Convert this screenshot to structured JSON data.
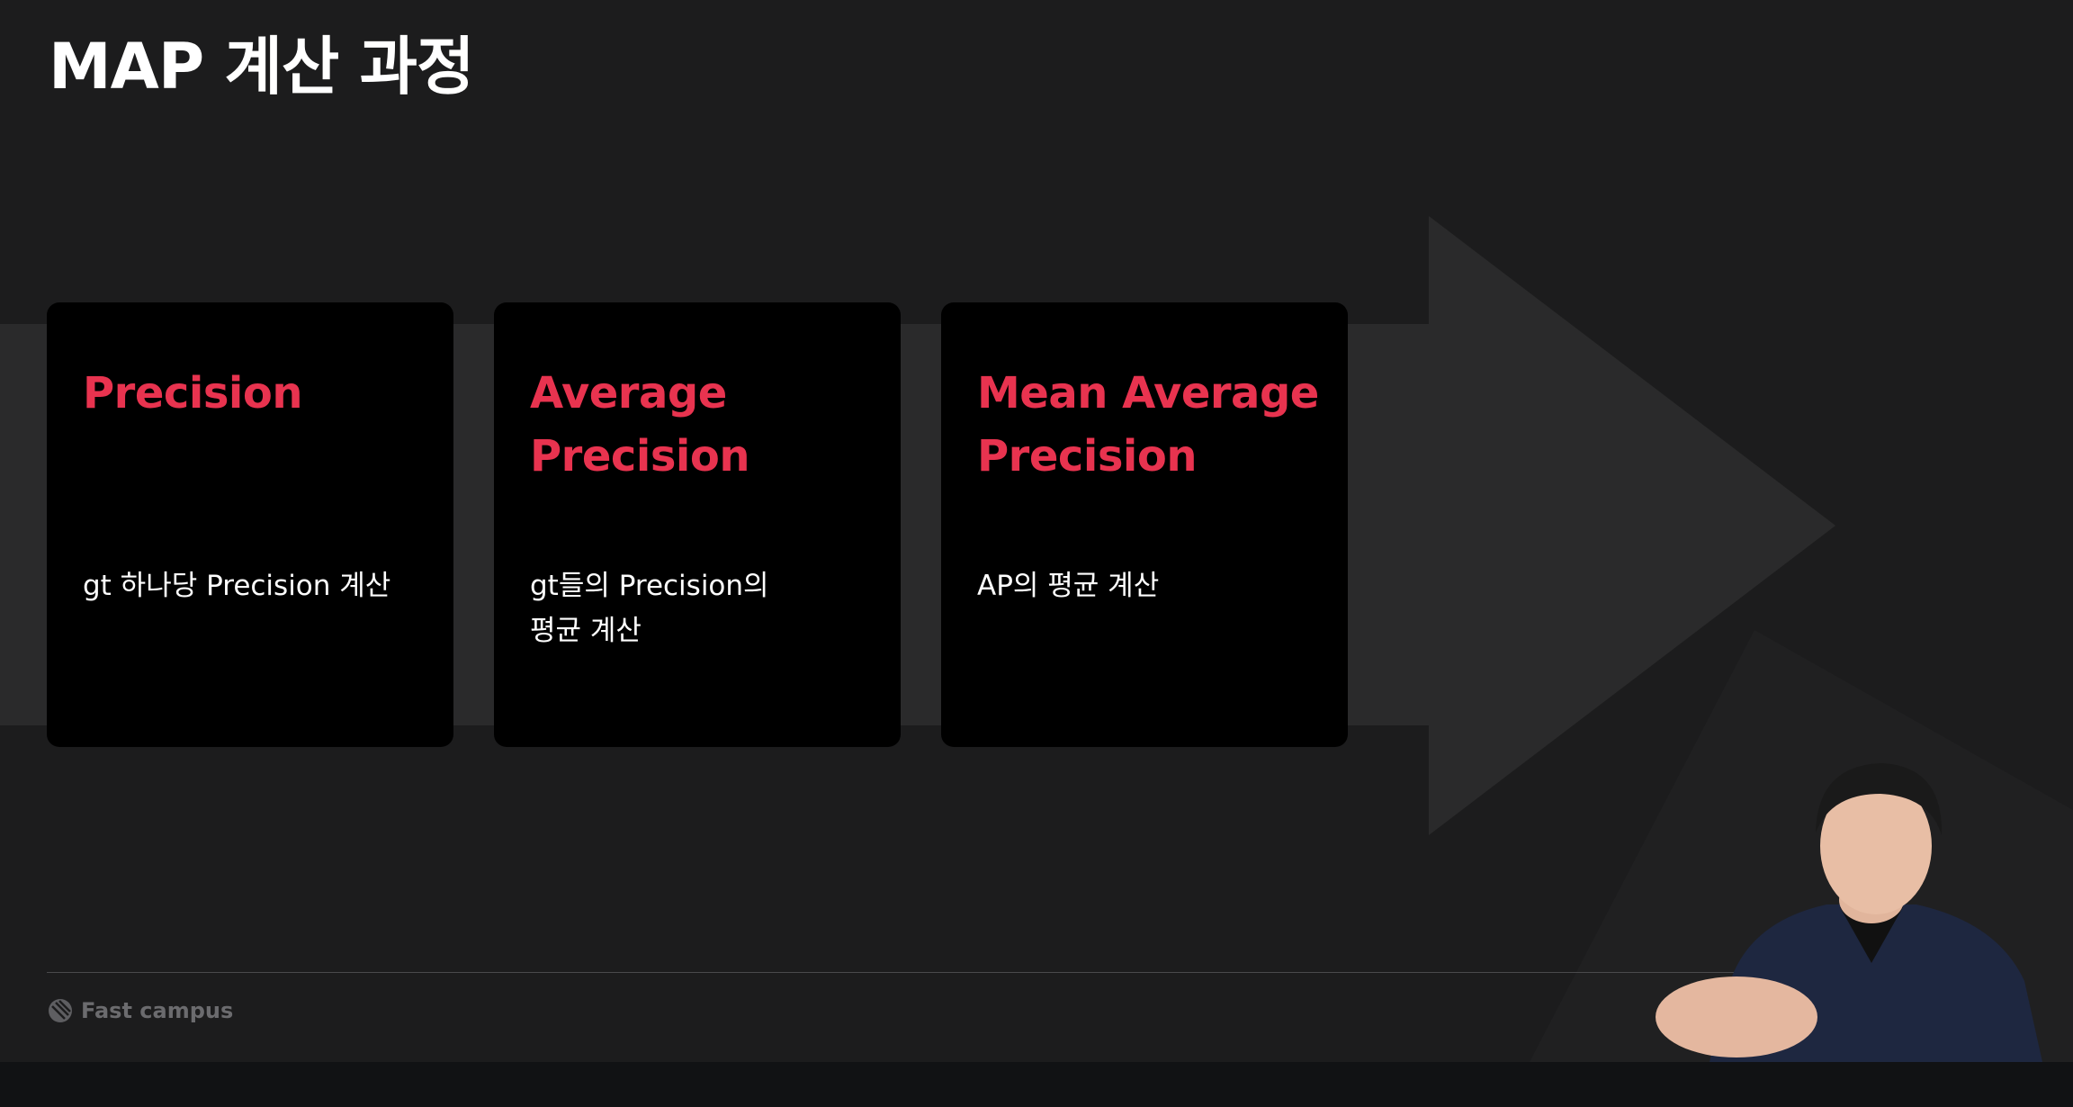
{
  "slide": {
    "title": "MAP 계산 과정"
  },
  "steps": [
    {
      "title_lines": [
        "Precision"
      ],
      "desc_lines": [
        "gt 하나당 Precision 계산"
      ]
    },
    {
      "title_lines": [
        "Average",
        "Precision"
      ],
      "desc_lines": [
        "gt들의 Precision의",
        "평균 계산"
      ]
    },
    {
      "title_lines": [
        "Mean Average",
        "Precision"
      ],
      "desc_lines": [
        "AP의 평균 계산"
      ]
    }
  ],
  "footer": {
    "logo_text": "Fast campus"
  },
  "colors": {
    "background": "#1c1c1d",
    "card": "#000000",
    "accent_title": "#e8334f",
    "arrow": "#2a2a2b"
  }
}
